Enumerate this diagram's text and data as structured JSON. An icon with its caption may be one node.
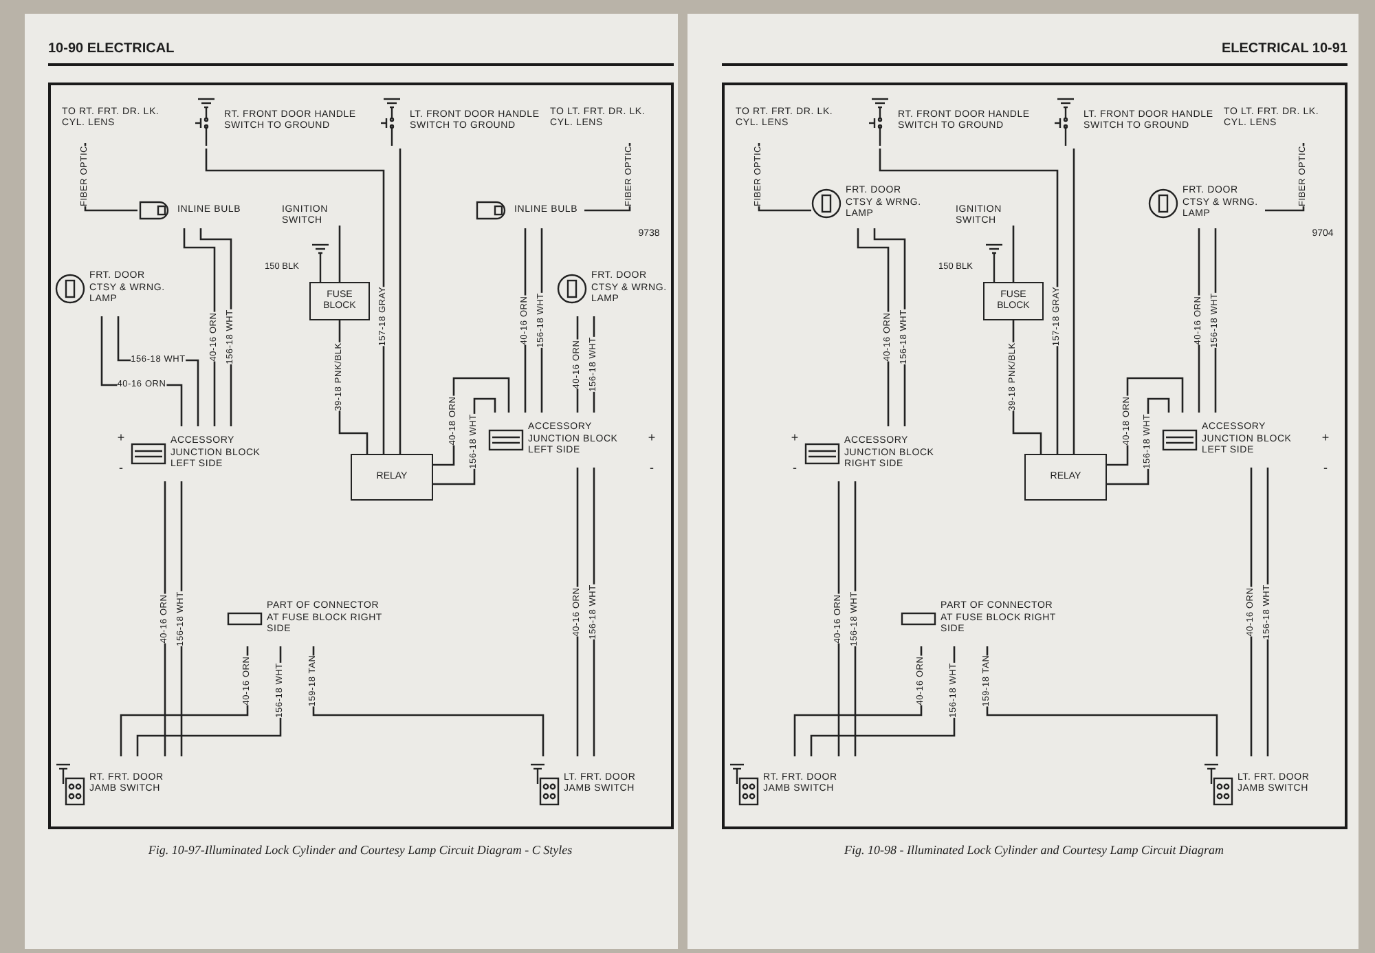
{
  "diagram": {
    "nodes": [
      {
        "text": [
          "TO RT. FRT. DR. LK. CYL. LENS"
        ]
      },
      {
        "text": [
          "RT. FRONT DOOR HANDLE SWITCH TO GROUND"
        ]
      },
      {
        "text": [
          "LT. FRONT DOOR HANDLE SWITCH TO GROUND"
        ]
      },
      {
        "text": [
          "TO LT. FRT. DR. LK. CYL. LENS"
        ]
      },
      {
        "text": [
          "INLINE BULB"
        ]
      },
      {
        "text": [
          "INLINE BULB"
        ]
      },
      {
        "text": [
          "FRT. DOOR CTSY & WRNG. LAMP"
        ]
      },
      {
        "text": [
          "FRT. DOOR CTSY & WRNG. LAMP"
        ]
      },
      {
        "text": [
          "FUSE BLOCK"
        ]
      },
      {
        "text": [
          "ACCESSORY JUNCTION BLOCK LEFT SIDE"
        ]
      },
      {
        "text": [
          "IGNITION SWITCH"
        ]
      },
      {
        "text": [
          "RELAY"
        ]
      },
      {
        "text": [
          "ACCESSORY JUNCTION BLOCK LEFT SIDE"
        ]
      },
      {
        "text": [
          "PART OF CONNECTOR AT FUSE BLOCK RIGHT SIDE"
        ]
      },
      {
        "text": [
          "RT. FRT. DOOR JAMB SWITCH"
        ]
      },
      {
        "text": [
          "LT. FRT. DOOR JAMB SWITCH"
        ]
      },
      {
        "text": [
          "TO RT. FRT. DR. LK. CYL. LENS"
        ]
      },
      {
        "text": [
          "RT. FRONT DOOR HANDLE SWITCH TO GROUND"
        ]
      },
      {
        "text": [
          "LT. FRONT DOOR HANDLE SWITCH TO GROUND"
        ]
      },
      {
        "text": [
          "TO LT. FRT. DR. LK. CYL. LENS"
        ]
      },
      {
        "text": [
          "FRT. DOOR CTSY & WRNG. LAMP"
        ]
      },
      {
        "text": [
          "FRT. DOOR CTSY & WRNG. LAMP"
        ]
      },
      {
        "text": [
          "FUSE BLOCK"
        ]
      },
      {
        "text": [
          "ACCESSORY JUNCTION BLOCK RIGHT SIDE"
        ]
      },
      {
        "text": [
          "IGNITION SWITCH"
        ]
      },
      {
        "text": [
          "RELAY"
        ]
      },
      {
        "text": [
          "ACCESSORY JUNCTION BLOCK LEFT SIDE"
        ]
      },
      {
        "text": [
          "PART OF CONNECTOR AT FUSE BLOCK RIGHT SIDE"
        ]
      },
      {
        "text": [
          "RT. FRT. DOOR JAMB SWITCH"
        ]
      },
      {
        "text": [
          "LT. FRT. DOOR JAMB SWITCH"
        ]
      }
    ],
    "edges": [
      {
        "from": 4,
        "to": 0,
        "label": "FIBER OPTIC",
        "arrow": "none"
      },
      {
        "from": 5,
        "to": 3,
        "label": "FIBER OPTIC",
        "arrow": "none"
      },
      {
        "from": 1,
        "to": 11,
        "label": "157-18 GRAY",
        "arrow": "none"
      },
      {
        "from": 2,
        "to": 11,
        "arrow": "none"
      },
      {
        "from": 4,
        "to": 9,
        "label": "40-16 ORN",
        "arrow": "none"
      },
      {
        "from": 4,
        "to": 9,
        "label": "156-18 WHT",
        "arrow": "none"
      },
      {
        "from": 6,
        "to": 9,
        "label": "40-16 ORN",
        "arrow": "none"
      },
      {
        "from": 6,
        "to": 9,
        "label": "156-18 WHT",
        "arrow": "none"
      },
      {
        "from": 8,
        "to": 11,
        "label": "39-18 PNK/BLK",
        "arrow": "none"
      },
      {
        "from": 8,
        "to": 10,
        "arrow": "none"
      },
      {
        "from": 11,
        "to": 12,
        "label": "40-18 ORN",
        "arrow": "none"
      },
      {
        "from": 11,
        "to": 12,
        "label": "156-18 WHT",
        "arrow": "none"
      },
      {
        "from": 5,
        "to": 12,
        "label": "40-16 ORN",
        "arrow": "none"
      },
      {
        "from": 5,
        "to": 12,
        "label": "156-18 WHT",
        "arrow": "none"
      },
      {
        "from": 7,
        "to": 12,
        "label": "40-16 ORN",
        "arrow": "none"
      },
      {
        "from": 7,
        "to": 12,
        "label": "156-18 WHT",
        "arrow": "none"
      },
      {
        "from": 9,
        "to": 14,
        "label": "40-16 ORN",
        "arrow": "none"
      },
      {
        "from": 9,
        "to": 14,
        "label": "156-18 WHT",
        "arrow": "none"
      },
      {
        "from": 13,
        "to": 14,
        "label": "40-16 ORN",
        "arrow": "none"
      },
      {
        "from": 13,
        "to": 15,
        "label": "159-18 TAN",
        "arrow": "none"
      },
      {
        "from": 13,
        "to": 14,
        "label": "156-18 WHT",
        "arrow": "none"
      },
      {
        "from": 12,
        "to": 15,
        "label": "40-16 ORN",
        "arrow": "none"
      },
      {
        "from": 12,
        "to": 15,
        "label": "156-18 WHT",
        "arrow": "none"
      },
      {
        "from": 20,
        "to": 16,
        "label": "FIBER OPTIC",
        "arrow": "none"
      },
      {
        "from": 21,
        "to": 19,
        "label": "FIBER OPTIC",
        "arrow": "none"
      },
      {
        "from": 17,
        "to": 25,
        "label": "157-18 GRAY",
        "arrow": "none"
      },
      {
        "from": 18,
        "to": 25,
        "arrow": "none"
      },
      {
        "from": 20,
        "to": 23,
        "label": "40-16 ORN",
        "arrow": "none"
      },
      {
        "from": 20,
        "to": 23,
        "label": "156-18 WHT",
        "arrow": "none"
      },
      {
        "from": 21,
        "to": 26,
        "label": "40-16 ORN",
        "arrow": "none"
      },
      {
        "from": 21,
        "to": 26,
        "label": "156-18 WHT",
        "arrow": "none"
      },
      {
        "from": 22,
        "to": 25,
        "label": "39-18 PNK/BLK",
        "arrow": "none"
      },
      {
        "from": 22,
        "to": 24,
        "arrow": "none"
      },
      {
        "from": 25,
        "to": 26,
        "label": "40-18 ORN",
        "arrow": "none"
      },
      {
        "from": 25,
        "to": 26,
        "label": "156-18 WHT",
        "arrow": "none"
      },
      {
        "from": 23,
        "to": 28,
        "label": "40-16 ORN",
        "arrow": "none"
      },
      {
        "from": 23,
        "to": 28,
        "label": "156-18 WHT",
        "arrow": "none"
      },
      {
        "from": 27,
        "to": 28,
        "label": "40-16 ORN",
        "arrow": "none"
      },
      {
        "from": 27,
        "to": 29,
        "label": "159-18 TAN",
        "arrow": "none"
      },
      {
        "from": 27,
        "to": 28,
        "label": "156-18 WHT",
        "arrow": "none"
      },
      {
        "from": 26,
        "to": 29,
        "label": "40-16 ORN",
        "arrow": "none"
      },
      {
        "from": 26,
        "to": 29,
        "label": "156-18 WHT",
        "arrow": "none"
      }
    ],
    "labels": [
      "10-90 ELECTRICAL",
      "9738",
      "150 BLK",
      "+",
      "-",
      "+",
      "-",
      "Fig. 10-97-Illuminated Lock Cylinder and Courtesy Lamp Circuit Diagram - C Styles",
      "ELECTRICAL 10-91",
      "9704",
      "150 BLK",
      "+",
      "-",
      "+",
      "-",
      "Fig. 10-98 - Illuminated Lock Cylinder and Courtesy Lamp Circuit Diagram"
    ]
  }
}
